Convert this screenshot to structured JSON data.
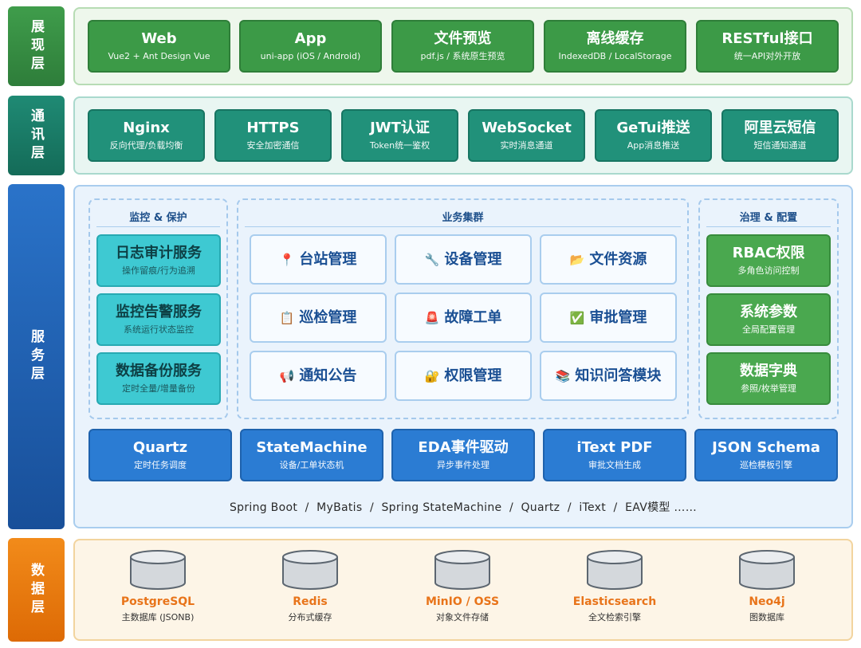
{
  "layers": {
    "presentation": "展现层",
    "communication": "通讯层",
    "service": "服务层",
    "data": "数据层"
  },
  "presentation": [
    {
      "title": "Web",
      "sub": "Vue2 + Ant Design Vue"
    },
    {
      "title": "App",
      "sub": "uni-app (iOS / Android)"
    },
    {
      "title": "文件预览",
      "sub": "pdf.js / 系统原生预览"
    },
    {
      "title": "离线缓存",
      "sub": "IndexedDB / LocalStorage"
    },
    {
      "title": "RESTful接口",
      "sub": "统一API对外开放"
    }
  ],
  "communication": [
    {
      "title": "Nginx",
      "sub": "反向代理/负载均衡"
    },
    {
      "title": "HTTPS",
      "sub": "安全加密通信"
    },
    {
      "title": "JWT认证",
      "sub": "Token统一鉴权"
    },
    {
      "title": "WebSocket",
      "sub": "实时消息通道"
    },
    {
      "title": "GeTui推送",
      "sub": "App消息推送"
    },
    {
      "title": "阿里云短信",
      "sub": "短信通知通道"
    }
  ],
  "service": {
    "monitor_title": "监控 & 保护",
    "monitor": [
      {
        "title": "日志审计服务",
        "sub": "操作留痕/行为追溯"
      },
      {
        "title": "监控告警服务",
        "sub": "系统运行状态监控"
      },
      {
        "title": "数据备份服务",
        "sub": "定时全量/增量备份"
      }
    ],
    "business_title": "业务集群",
    "business": [
      {
        "icon": "📍",
        "icon_name": "pin-icon",
        "label": "台站管理"
      },
      {
        "icon": "🔧",
        "icon_name": "wrench-icon",
        "label": "设备管理"
      },
      {
        "icon": "📂",
        "icon_name": "folder-icon",
        "label": "文件资源"
      },
      {
        "icon": "📋",
        "icon_name": "clipboard-icon",
        "label": "巡检管理"
      },
      {
        "icon": "🚨",
        "icon_name": "alarm-icon",
        "label": "故障工单"
      },
      {
        "icon": "✅",
        "icon_name": "check-icon",
        "label": "审批管理"
      },
      {
        "icon": "📢",
        "icon_name": "megaphone-icon",
        "label": "通知公告"
      },
      {
        "icon": "🔐",
        "icon_name": "lock-icon",
        "label": "权限管理"
      },
      {
        "icon": "📚",
        "icon_name": "books-icon",
        "label": "知识问答模块"
      }
    ],
    "governance_title": "治理 & 配置",
    "governance": [
      {
        "title": "RBAC权限",
        "sub": "多角色访问控制"
      },
      {
        "title": "系统参数",
        "sub": "全局配置管理"
      },
      {
        "title": "数据字典",
        "sub": "参照/枚举管理"
      }
    ],
    "tech": [
      {
        "title": "Quartz",
        "sub": "定时任务调度"
      },
      {
        "title": "StateMachine",
        "sub": "设备/工单状态机"
      },
      {
        "title": "EDA事件驱动",
        "sub": "异步事件处理"
      },
      {
        "title": "iText PDF",
        "sub": "审批文档生成"
      },
      {
        "title": "JSON Schema",
        "sub": "巡检模板引擎"
      }
    ],
    "stack": "Spring Boot  /  MyBatis  /  Spring StateMachine  /  Quartz  /  iText  /  EAV模型 ……"
  },
  "data": [
    {
      "name": "PostgreSQL",
      "desc": "主数据库 (JSONB)"
    },
    {
      "name": "Redis",
      "desc": "分布式缓存"
    },
    {
      "name": "MinIO / OSS",
      "desc": "对象文件存储"
    },
    {
      "name": "Elasticsearch",
      "desc": "全文检索引擎"
    },
    {
      "name": "Neo4j",
      "desc": "图数据库"
    }
  ],
  "colors": {
    "presentation": "#3c9a47",
    "communication": "#21917a",
    "service": "#2b7cd3",
    "data": "#e8741a"
  }
}
